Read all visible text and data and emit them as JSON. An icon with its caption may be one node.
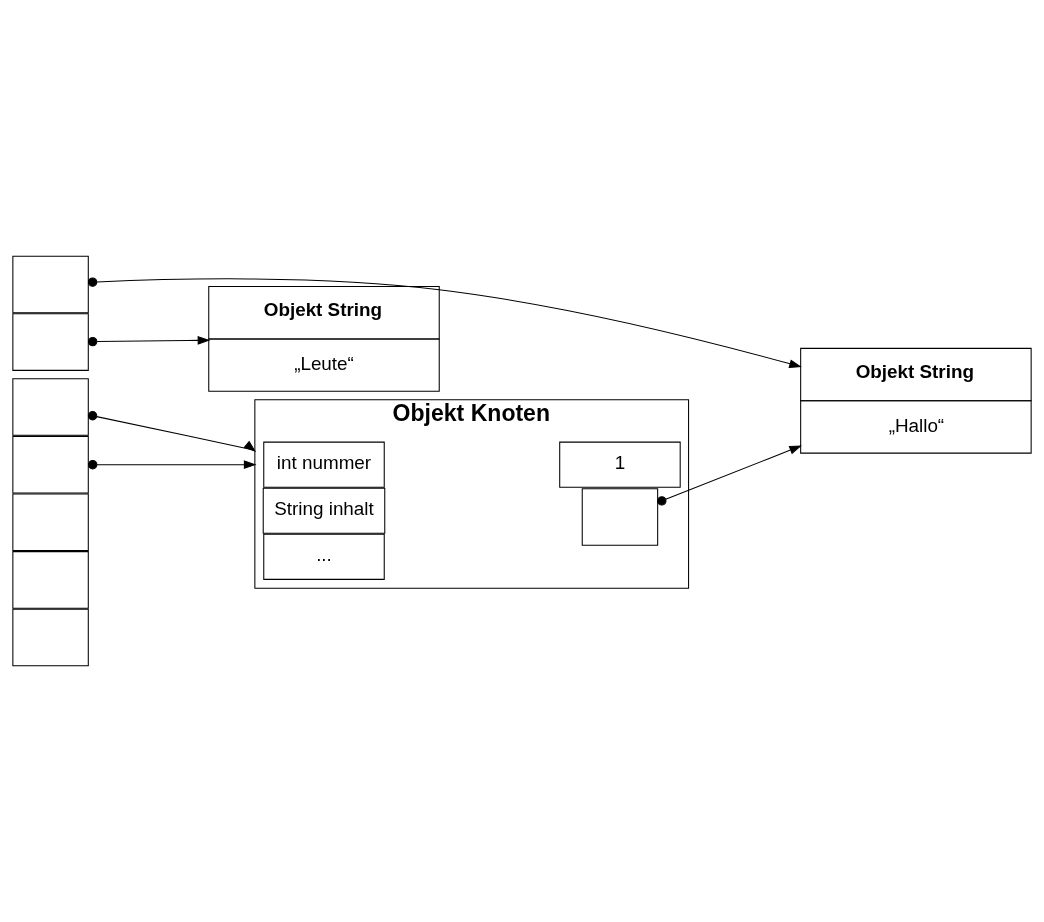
{
  "diagram": {
    "nodes": [
      {
        "text": [],
        "shape": "box"
      },
      {
        "text": [],
        "shape": "box"
      },
      {
        "text": [],
        "shape": "box"
      },
      {
        "text": [],
        "shape": "box"
      },
      {
        "text": [],
        "shape": "box"
      },
      {
        "text": [],
        "shape": "box"
      },
      {
        "text": [],
        "shape": "box"
      },
      {
        "text": [
          "Objekt String",
          "„Hallo“"
        ]
      },
      {
        "text": [
          "Objekt String",
          "„Leute“"
        ]
      },
      {
        "text": [
          "Objekt Knoten"
        ]
      },
      {
        "text": [
          "int nummer"
        ],
        "in": 9
      },
      {
        "text": [
          "1"
        ],
        "in": 9
      },
      {
        "text": [
          "String inhalt"
        ],
        "in": 9
      },
      {
        "text": [],
        "shape": "box",
        "in": 9
      },
      {
        "text": [
          "..."
        ],
        "in": 9
      }
    ],
    "edges": [
      {
        "from": 0,
        "to": 7,
        "arrow": "to"
      },
      {
        "from": 1,
        "to": 8,
        "arrow": "to"
      },
      {
        "from": 2,
        "to": 9,
        "arrow": "to"
      },
      {
        "from": 3,
        "to": 9,
        "arrow": "to"
      },
      {
        "from": 13,
        "to": 7,
        "arrow": "to"
      }
    ]
  }
}
